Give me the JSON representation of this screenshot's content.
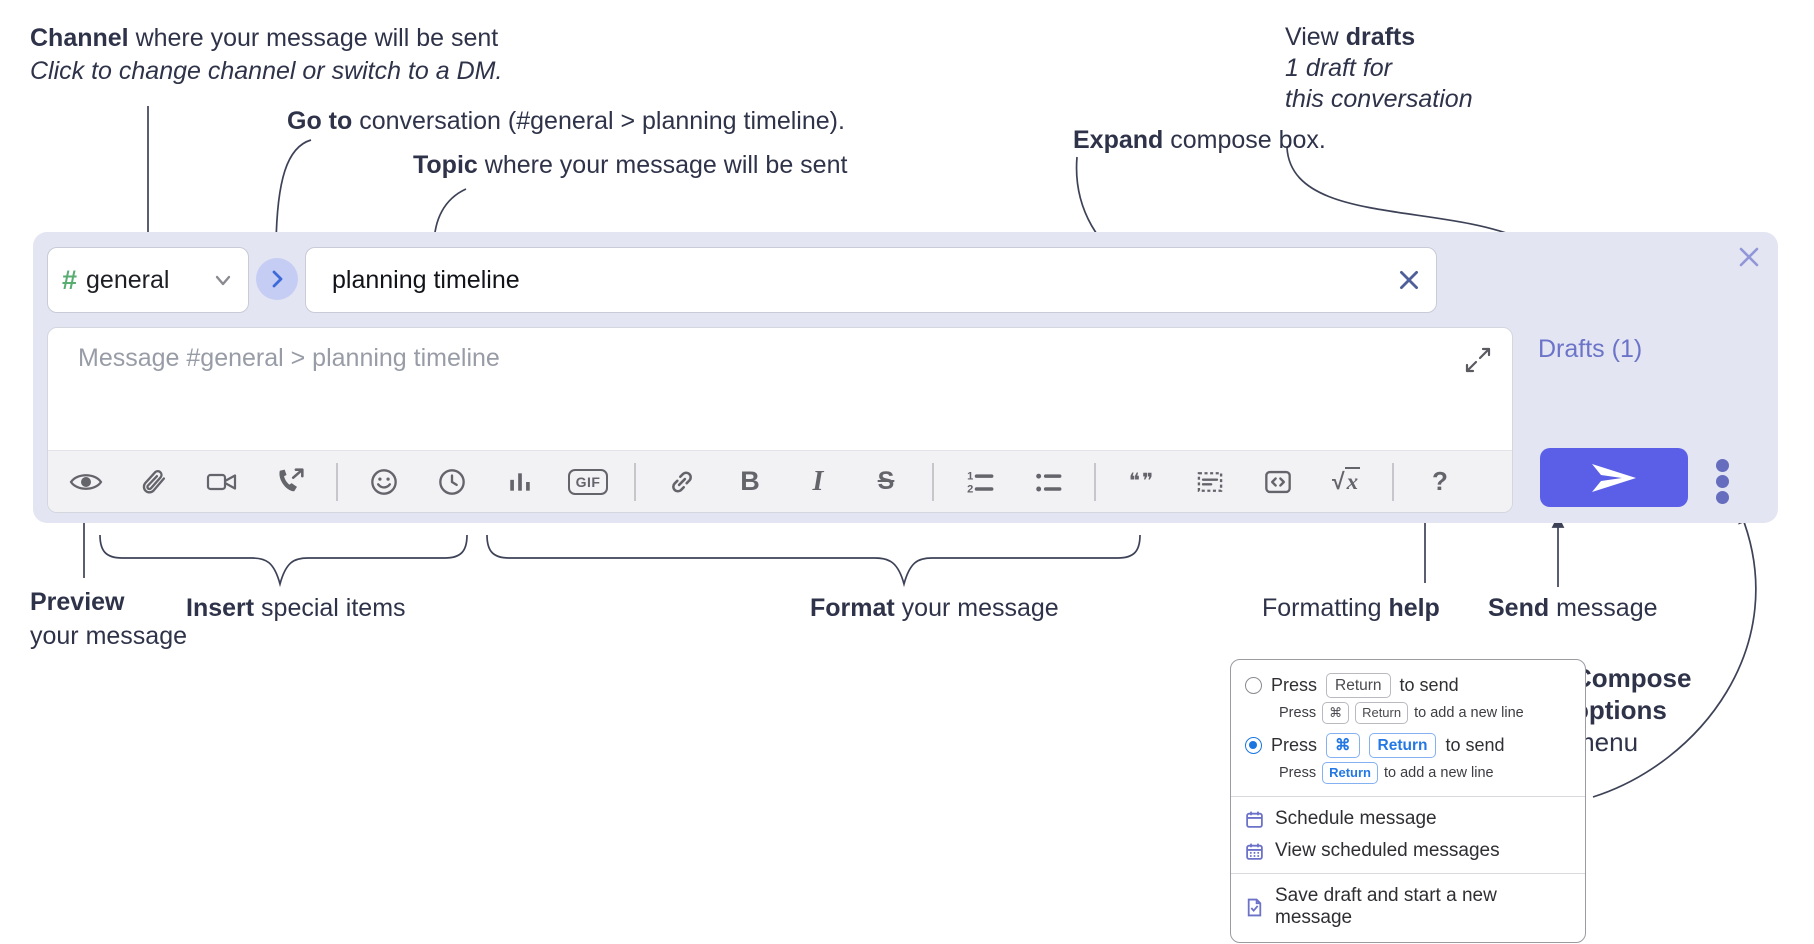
{
  "colors": {
    "annotation_text": "#2f3349",
    "arrow": "#3d4257",
    "compose_bg": "#e3e5f2",
    "accent_green_hash": "#58ad70",
    "goto_chevron_blue": "#3e69d9",
    "drafts_link_purple": "#6b74c8",
    "send_button_indigo": "#5b5fe8",
    "icon_gray": "#64646b",
    "kbd_blue": "#2478e4",
    "radio_selected_blue": "#1b76e0",
    "menu_icon_purple": "#6d72c9"
  },
  "annotations": {
    "channel": {
      "bold": "Channel",
      "rest": " where your message will be sent",
      "sub": "Click to change channel or switch to a DM."
    },
    "goto": {
      "bold": "Go to",
      "rest": " conversation (#general > planning timeline)."
    },
    "topic": {
      "bold": "Topic",
      "rest": " where your message will be sent"
    },
    "expand": {
      "bold": "Expand",
      "rest": " compose box."
    },
    "drafts": {
      "pre": "View ",
      "bold": "drafts",
      "line2": "1 draft for",
      "line3": "this conversation"
    },
    "preview": {
      "bold": "Preview",
      "line2": "your message"
    },
    "insert": {
      "bold": "Insert",
      "rest": " special items"
    },
    "format": {
      "bold": "Format",
      "rest": " your message"
    },
    "formatting_help": {
      "pre": "Formatting ",
      "bold": "help"
    },
    "send": {
      "bold": "Send",
      "rest": " message"
    },
    "compose_options": {
      "line1": "Compose",
      "line2": "options",
      "line3": "menu"
    }
  },
  "compose": {
    "channel": {
      "hash": "#",
      "name": "general"
    },
    "topic_input": {
      "value": "planning timeline"
    },
    "message_input": {
      "placeholder": "Message #general > planning timeline"
    },
    "drafts_link": "Drafts (1)",
    "toolbar_glyphs": {
      "gif": "GIF",
      "bold": "B",
      "italic": "I",
      "strike": "S",
      "quote": "❝❞",
      "math_x": "x",
      "math_root": "√",
      "help": "?",
      "ol1": "1",
      "ol2": "2"
    }
  },
  "popup": {
    "option1": {
      "press": "Press",
      "kbd": "Return",
      "after": "to send",
      "sub_press": "Press",
      "sub_kbd1": "⌘",
      "sub_kbd2": "Return",
      "sub_after": "to add a new line"
    },
    "option2": {
      "press": "Press",
      "kbd1": "⌘",
      "kbd2": "Return",
      "after": "to send",
      "sub_press": "Press",
      "sub_kbd": "Return",
      "sub_after": "to add a new line"
    },
    "items": [
      {
        "label": "Schedule message"
      },
      {
        "label": "View scheduled messages"
      },
      {
        "label": "Save draft and start a new message"
      }
    ]
  }
}
